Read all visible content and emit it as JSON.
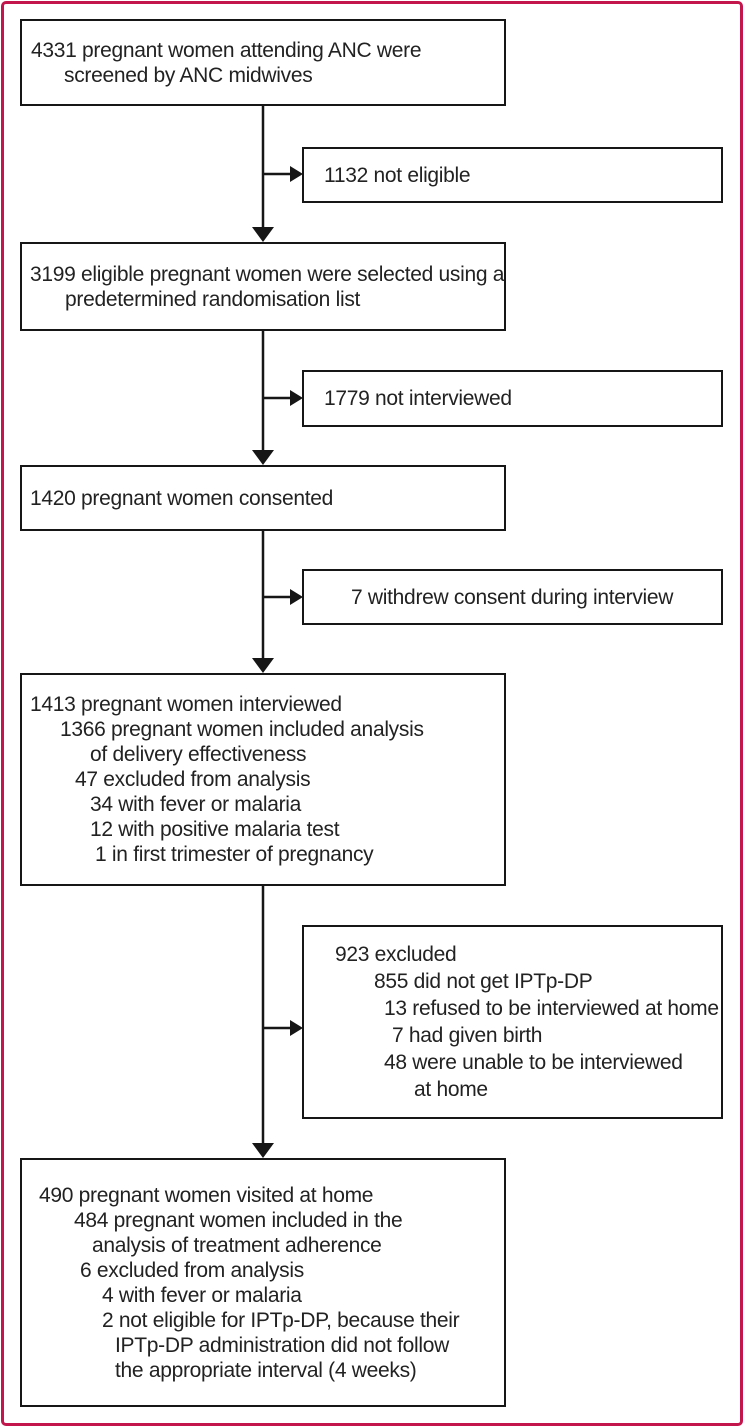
{
  "figure": {
    "type": "consort-flow-diagram",
    "palette": {
      "frame_border": "#c2164c",
      "box_border": "#161616",
      "text": "#222222",
      "background": "#ffffff"
    },
    "boxes": {
      "screened": {
        "lines": [
          "4331 pregnant women attending ANC were",
          "screened by ANC midwives"
        ]
      },
      "not_eligible": {
        "lines": [
          "1132 not eligible"
        ]
      },
      "selected": {
        "lines": [
          "3199 eligible pregnant women were selected using a",
          "predetermined randomisation list"
        ]
      },
      "not_interviewed": {
        "lines": [
          "1779 not interviewed"
        ]
      },
      "consented": {
        "lines": [
          "1420 pregnant women consented"
        ]
      },
      "withdrew": {
        "lines": [
          "7 withdrew consent during interview"
        ]
      },
      "interviewed": {
        "lines": [
          "1413 pregnant women interviewed",
          "1366 pregnant women included analysis",
          "of delivery effectiveness",
          "47 excluded from analysis",
          "34 with fever or malaria",
          "12 with positive malaria test",
          "1 in first trimester of pregnancy"
        ]
      },
      "excluded": {
        "lines": [
          "923 excluded",
          "855 did not get IPTp-DP",
          "13 refused to be interviewed at home",
          "7 had given birth",
          "48 were unable to be interviewed",
          "at home"
        ]
      },
      "visited": {
        "lines": [
          "490 pregnant women visited at home",
          "484 pregnant women included in the",
          "analysis of treatment adherence",
          "6 excluded from analysis",
          "4 with fever or malaria",
          "2 not eligible for IPTp-DP, because their",
          "IPTp-DP administration did not follow",
          "the appropriate interval (4 weeks)"
        ]
      }
    }
  }
}
